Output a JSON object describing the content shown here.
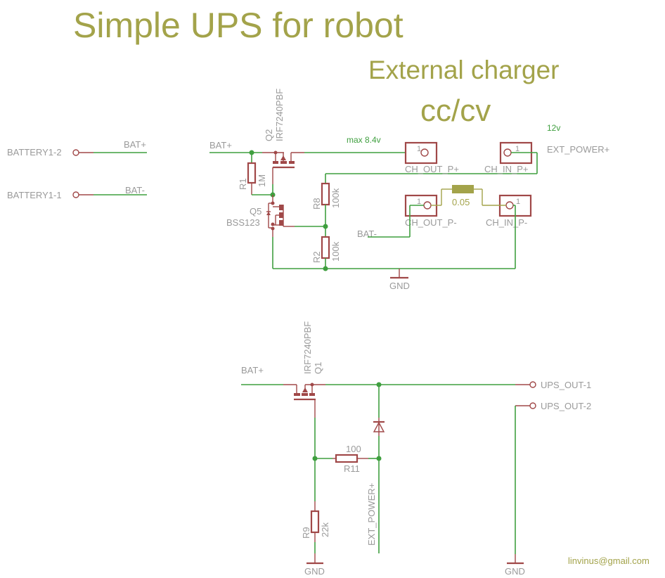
{
  "title": "Simple UPS for robot",
  "subtitle": "External charger",
  "subtitle2": "cc/cv",
  "author": "linvinus@gmail.com",
  "colors": {
    "wire": "#3f9f3f",
    "part": "#a04848",
    "text": "#9a9a9a",
    "accent": "#a3a34a"
  },
  "notes": {
    "max_voltage": "max 8.4v",
    "ext_voltage": "12v"
  },
  "battery": {
    "pin2": "BATTERY1-2",
    "pin1": "BATTERY1-1",
    "net_pos": "BAT+",
    "net_neg": "BAT-"
  },
  "nets": {
    "bat_pos_top": "BAT+",
    "bat_neg_charger": "BAT-",
    "bat_pos_bottom": "BAT+",
    "ext_power_label": "EXT_POWER+",
    "ext_power_vertical": "EXT_POWER+",
    "gnd": "GND"
  },
  "q2": {
    "name": "Q2",
    "value": "IRF7240PBF"
  },
  "q1": {
    "name": "Q1",
    "value": "IRF7240PBF"
  },
  "q5": {
    "name": "Q5",
    "value": "BSS123"
  },
  "r1": {
    "name": "R1",
    "value": "1M"
  },
  "r8": {
    "name": "R8",
    "value": "100k"
  },
  "r2": {
    "name": "R2",
    "value": "100k"
  },
  "r9": {
    "name": "R9",
    "value": "22k"
  },
  "r11": {
    "name": "R11",
    "value": "100"
  },
  "shunt": {
    "value": "0.05"
  },
  "connectors": {
    "ch_out_p_pos": "CH_OUT_P+",
    "ch_in_p_pos": "CH_IN_P+",
    "ch_out_p_neg": "CH_OUT_P-",
    "ch_in_p_neg": "CH_IN_P-",
    "pin_number": "1"
  },
  "ups_out": {
    "pin1": "UPS_OUT-1",
    "pin2": "UPS_OUT-2"
  }
}
